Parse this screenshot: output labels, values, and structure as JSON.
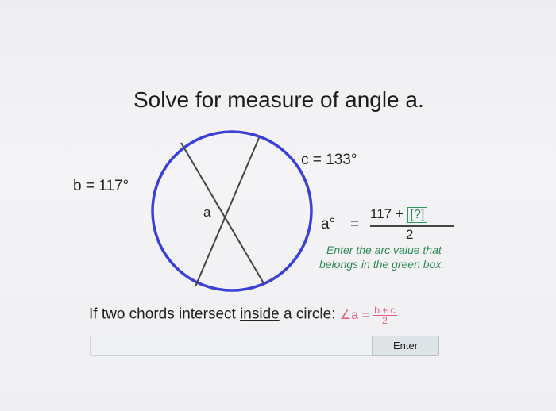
{
  "title": "Solve for measure of angle a.",
  "labels": {
    "b": "b = 117°",
    "c": "c = 133°",
    "a": "a"
  },
  "equation": {
    "lhs": "a°",
    "equals": "=",
    "numerator": "117 +",
    "green_box": "?",
    "denominator": "2"
  },
  "hint": {
    "line1": "Enter the arc value that",
    "line2": "belongs in the green box."
  },
  "rule": {
    "prefix": "If two chords intersect ",
    "underlined": "inside",
    "suffix": " a circle: ",
    "formula_lhs": "∠a =",
    "formula_num": "b + c",
    "formula_den": "2"
  },
  "answer": {
    "value": "",
    "placeholder": ""
  },
  "enter_button": "Enter",
  "colors": {
    "circle": "#3a3fd6",
    "chords": "#444444",
    "hint_green": "#2f8a55",
    "formula_pink": "#e0607a"
  }
}
